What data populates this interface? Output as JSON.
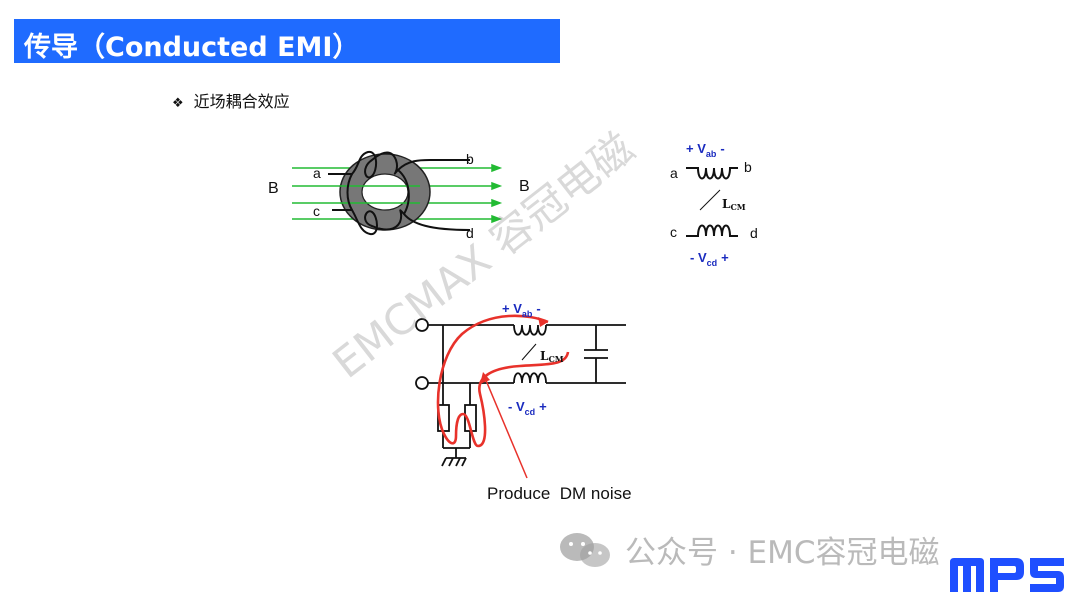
{
  "header": {
    "title": "传导（Conducted EMI）"
  },
  "bullet": {
    "text": "近场耦合效应"
  },
  "figure": {
    "toroid_labels": {
      "left_field": "B",
      "right_field": "B",
      "a": "a",
      "b": "b",
      "c": "c",
      "d": "d"
    },
    "symbol_labels": {
      "vab": "+ V",
      "vab_sub": "ab",
      "vab_minus": "-",
      "a": "a",
      "b": "b",
      "c": "c",
      "d": "d",
      "lcm": "L",
      "lcm_sub": "CM",
      "vcd": "- V",
      "vcd_sub": "cd",
      "vcd_plus": "+"
    },
    "circuit_labels": {
      "vab": "+ V",
      "vab_sub": "ab",
      "vab_minus": "-",
      "lcm": "L",
      "lcm_sub": "CM",
      "vcd": "- V",
      "vcd_sub": "cd",
      "vcd_plus": "+"
    },
    "caption": "Produce  DM noise"
  },
  "watermark": {
    "text": "EMCMAX 容冠电磁"
  },
  "footer": {
    "text": "公众号 · EMC容冠电磁",
    "logo": "MPS"
  },
  "colors": {
    "title_bar": "#1f6bff",
    "field_lines": "#22bb33",
    "label_blue": "#1a2bbf",
    "noise_path": "#e8322b"
  }
}
